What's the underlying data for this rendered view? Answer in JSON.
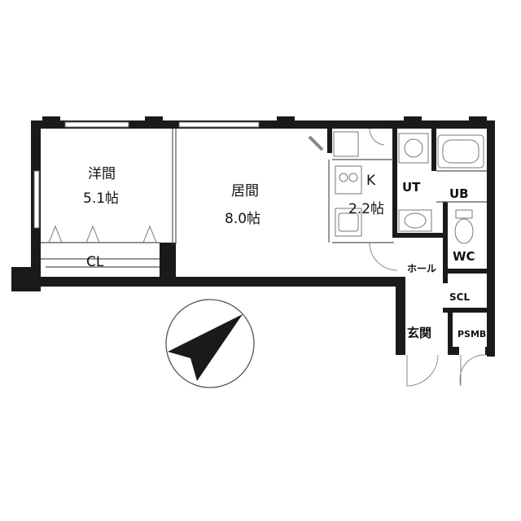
{
  "rooms": {
    "western": {
      "name": "洋間",
      "size": "5.1帖"
    },
    "living": {
      "name": "居間",
      "size": "8.0帖"
    },
    "kitchen": {
      "name": "K",
      "size": "2.2帖"
    },
    "closet": "CL",
    "utility": "UT",
    "unit_bath": "UB",
    "hall": "ホール",
    "toilet": "WC",
    "shoe_closet": "SCL",
    "entrance": "玄関",
    "psmb": "PSMB"
  },
  "icons": [
    "north-arrow-icon",
    "sink-icon",
    "stove-icon",
    "bathtub-icon",
    "toilet-icon",
    "washbasin-icon",
    "washing-machine-icon",
    "door-swing-icon"
  ],
  "colors": {
    "wall": "#1a1a1a",
    "line": "#555555",
    "fixture": "#777777"
  }
}
